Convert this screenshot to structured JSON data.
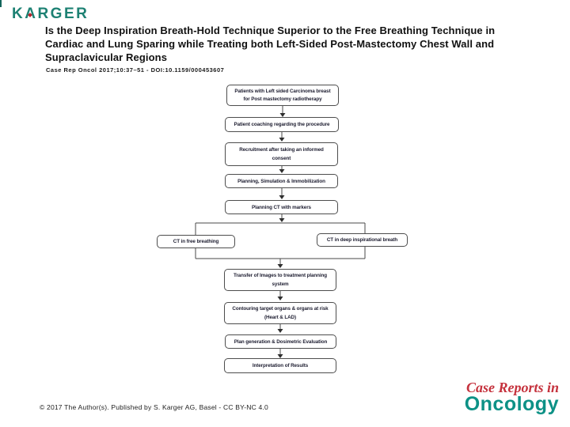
{
  "brand": {
    "logo_text": "KARGER"
  },
  "header": {
    "title_lines": [
      "Is the Deep Inspiration Breath-Hold Technique Superior to the Free Breathing Technique in",
      "Cardiac and Lung Sparing while Treating both Left-Sided Post-Mastectomy Chest Wall and",
      "Supraclavicular Regions"
    ],
    "citation": "Case Rep Oncol 2017;10:37–51 -  DOI:10.1159/000453607"
  },
  "flowchart": {
    "boxes": [
      {
        "lines": [
          "Patients with Left sided Carcinoma breast",
          "for Post mastectomy radiotherapy"
        ]
      },
      {
        "lines": [
          "Patient coaching regarding the procedure"
        ]
      },
      {
        "lines": [
          "Recruitment after taking an informed",
          "consent"
        ]
      },
      {
        "lines": [
          "Planning, Simulation & Immobilization"
        ]
      },
      {
        "lines": [
          "Planning CT with markers"
        ]
      },
      {
        "lines": [
          "CT in free breathing"
        ]
      },
      {
        "lines": [
          "CT in deep inspirational breath"
        ]
      },
      {
        "lines": [
          "Transfer of Images to treatment planning",
          "system"
        ]
      },
      {
        "lines": [
          "Contouring target organs & organs at risk",
          "(Heart & LAD)"
        ]
      },
      {
        "lines": [
          "Plan generation & Dosimetric Evaluation"
        ]
      },
      {
        "lines": [
          "Interpretation of Results"
        ]
      }
    ]
  },
  "footer": {
    "copyright": "© 2017 The Author(s). Published by S. Karger AG, Basel - CC BY-NC 4.0",
    "journal_name_line1": "Case Reports in",
    "journal_name_line2": "Oncology"
  },
  "colors": {
    "karger_teal": "#1d8173",
    "journal_red": "#c5323d",
    "journal_teal": "#0d9186",
    "logo_accent_red": "#b5232d"
  }
}
